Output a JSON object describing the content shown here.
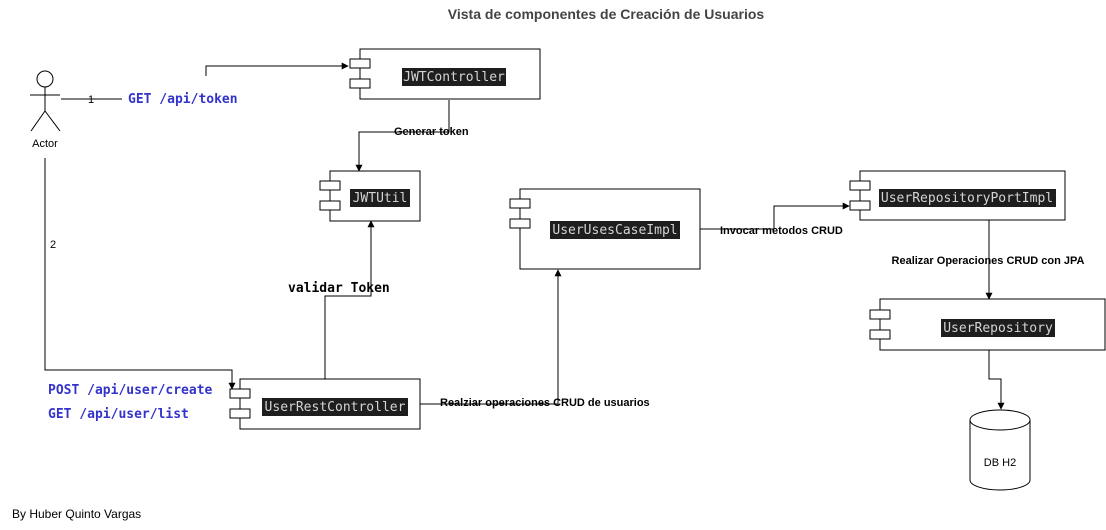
{
  "title": "Vista de componentes de Creación de Usuarios",
  "actor": {
    "label": "Actor"
  },
  "components": {
    "jwt_controller": "JWTController",
    "jwt_util": "JWTUtil",
    "user_uses_case_impl": "UserUsesCaseImpl",
    "user_repository_port_impl": "UserRepositoryPortImpl",
    "user_repository": "UserRepository",
    "user_rest_controller": "UserRestController"
  },
  "database": {
    "label": "DB H2"
  },
  "edges": {
    "step1": "1",
    "get_token": "GET /api/token",
    "generar_token": "Generar token",
    "step2": "2",
    "post_create": "POST /api/user/create",
    "get_list": "GET /api/user/list",
    "validar_token": "validar Token",
    "realizar_crud_usuarios": "Realziar operaciones CRUD de usuarios",
    "invocar_crud": "Invocar metodos CRUD",
    "realizar_crud_jpa": "Realizar Operaciones CRUD con JPA"
  },
  "footer": {
    "author": "By Huber Quinto Vargas"
  },
  "colors": {
    "link_text": "#3333cc",
    "name_highlight": "#1e1e1e",
    "name_text": "#d4d4d4"
  }
}
